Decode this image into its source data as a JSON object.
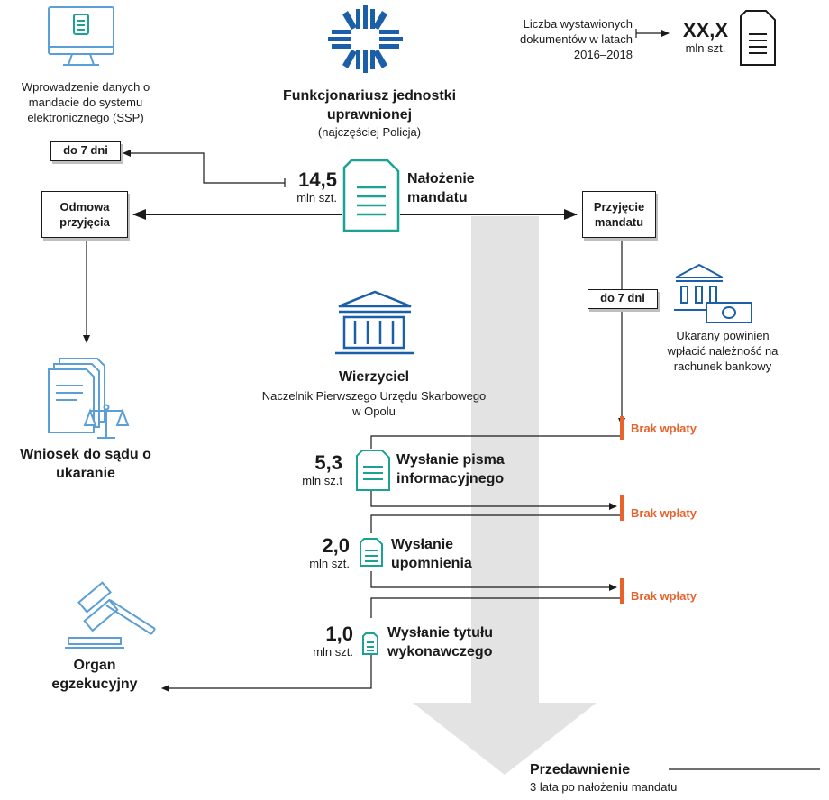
{
  "authority": {
    "title": "Funkcjonariusz jednostki uprawnionej",
    "subtitle": "(najczęściej Policja)"
  },
  "legend": {
    "text": "Liczba wystawionych dokumentów w latach 2016–2018",
    "value": "XX,X",
    "unit": "mln szt."
  },
  "ssp": {
    "text": "Wprowadzenie danych o mandacie do systemu elektronicznego (SSP)",
    "deadline": "do 7 dni"
  },
  "issuance": {
    "value": "14,5",
    "unit": "mln szt.",
    "label": "Nałożenie mandatu"
  },
  "refusal": {
    "label": "Odmowa przyjęcia",
    "result": "Wniosek do sądu o ukaranie"
  },
  "acceptance": {
    "label": "Przyjęcie mandatu",
    "deadline": "do 7 dni",
    "payment_text": "Ukarany powinien wpłacić należność na rachunek bankowy"
  },
  "creditor": {
    "title": "Wierzyciel",
    "subtitle": "Naczelnik Pierwszego Urzędu Skarbowego w Opolu"
  },
  "no_payment_label": "Brak wpłaty",
  "steps": [
    {
      "value": "5,3",
      "unit": "mln sz.t",
      "label": "Wysłanie pisma informacyjnego"
    },
    {
      "value": "2,0",
      "unit": "mln szt.",
      "label": "Wysłanie upomnienia"
    },
    {
      "value": "1,0",
      "unit": "mln szt.",
      "label": "Wysłanie tytułu wykonawczego"
    }
  ],
  "enforcement": {
    "label": "Organ egzekucyjny"
  },
  "limitation": {
    "title": "Przedawnienie",
    "subtitle": "3 lata po nałożeniu mandatu"
  },
  "colors": {
    "teal": "#1aa394",
    "blue": "#1b5fa8",
    "lightblue": "#5b9fd6",
    "orange": "#e8622c",
    "arrow": "#e3e3e3"
  }
}
